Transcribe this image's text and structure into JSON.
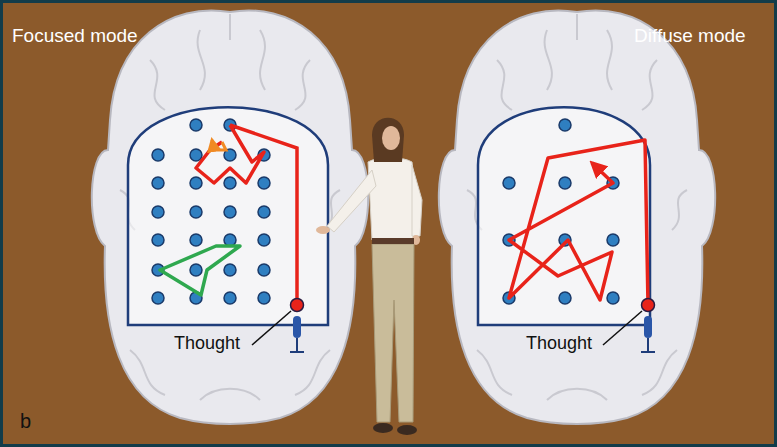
{
  "diagram": {
    "labels": [
      "Focused mode",
      "Diffuse mode",
      "Thought",
      "Thought",
      "b"
    ]
  }
}
